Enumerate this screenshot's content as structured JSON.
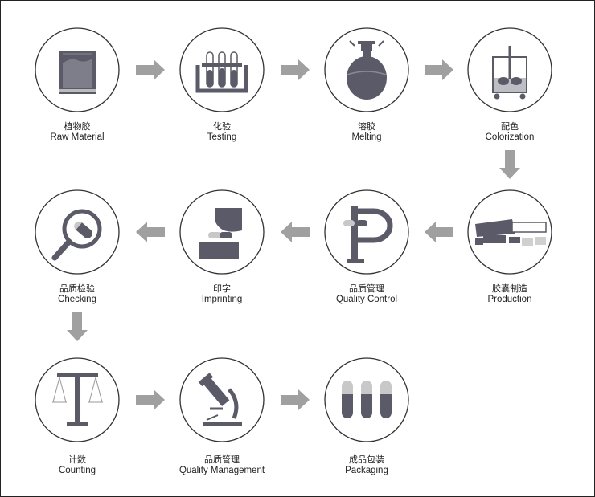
{
  "colors": {
    "icon_dark": "#5a5a68",
    "icon_light": "#c8c8c8",
    "arrow": "#a0a0a0",
    "circle_stroke": "#333333"
  },
  "steps": [
    {
      "zh": "植物胶",
      "en": "Raw Material",
      "icon": "raw-material-bag-icon"
    },
    {
      "zh": "化验",
      "en": "Testing",
      "icon": "test-tubes-icon"
    },
    {
      "zh": "溶胶",
      "en": "Melting",
      "icon": "flask-icon"
    },
    {
      "zh": "配色",
      "en": "Colorization",
      "icon": "mixer-tank-icon"
    },
    {
      "zh": "胶囊制造",
      "en": "Production",
      "icon": "capsule-machine-icon"
    },
    {
      "zh": "品质管理",
      "en": "Quality  Control",
      "icon": "micrometer-icon"
    },
    {
      "zh": "印字",
      "en": "Imprinting",
      "icon": "imprinting-press-icon"
    },
    {
      "zh": "品质检验",
      "en": "Checking",
      "icon": "magnifier-icon"
    },
    {
      "zh": "计数",
      "en": "Counting",
      "icon": "balance-scale-icon"
    },
    {
      "zh": "品质管理",
      "en": "Quality  Management",
      "icon": "microscope-icon"
    },
    {
      "zh": "成品包装",
      "en": "Packaging",
      "icon": "capsules-icon"
    }
  ]
}
